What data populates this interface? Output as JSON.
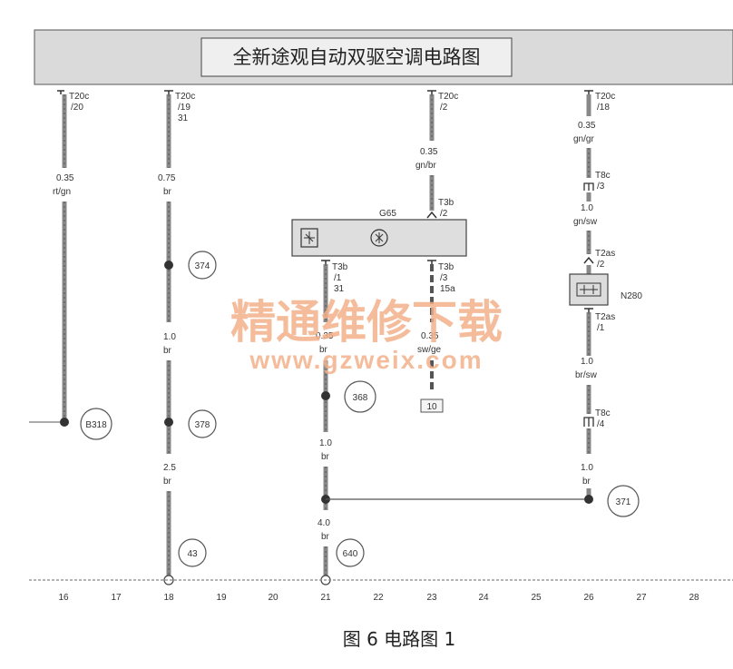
{
  "title": "全新途观自动双驱空调电路图",
  "caption": "图 6  电路图 1",
  "watermark": {
    "line1": "精通维修下载",
    "line2": "www.gzweix.com",
    "color": "#f2b08a"
  },
  "wires": {
    "w16": {
      "conn": "T20c",
      "pin": "/20",
      "size": "0.35",
      "color": "rt/gn"
    },
    "w18": {
      "conn": "T20c",
      "pin": "/19",
      "pin2": "31",
      "size_top": "0.75",
      "color_top": "br",
      "size_mid": "1.0",
      "color_mid": "br",
      "size_bot": "2.5",
      "color_bot": "br"
    },
    "w23": {
      "conn": "T20c",
      "pin": "/2",
      "size": "0.35",
      "color": "gn/br",
      "t3b_top": "T3b",
      "t3b_top_pin": "/2"
    },
    "w26": {
      "conn": "T20c",
      "pin": "/18",
      "size1": "0.35",
      "color1": "gn/gr",
      "t8c1": "T8c",
      "t8c1_pin": "/3",
      "size2": "1.0",
      "color2": "gn/sw",
      "t2as1": "T2as",
      "t2as1_pin": "/2",
      "t2as2": "T2as",
      "t2as2_pin": "/1",
      "size3": "1.0",
      "color3": "br/sw",
      "t8c2": "T8c",
      "t8c2_pin": "/4",
      "size4": "1.0",
      "color4": "br"
    },
    "w21": {
      "conn": "T3b",
      "pin": "/1",
      "pin2": "31",
      "size1": "0.35",
      "color1": "br",
      "size2": "1.0",
      "color2": "br",
      "size3": "4.0",
      "color3": "br"
    },
    "w23b": {
      "conn": "T3b",
      "pin": "/3",
      "pin2": "15a",
      "size": "0.35",
      "color": "sw/ge",
      "box": "10"
    }
  },
  "components": {
    "g65": "G65",
    "n280": "N280"
  },
  "ground_points": [
    "374",
    "378",
    "43",
    "B318",
    "368",
    "640",
    "371"
  ],
  "scale": [
    "16",
    "17",
    "18",
    "19",
    "20",
    "21",
    "22",
    "23",
    "24",
    "25",
    "26",
    "27",
    "28"
  ]
}
